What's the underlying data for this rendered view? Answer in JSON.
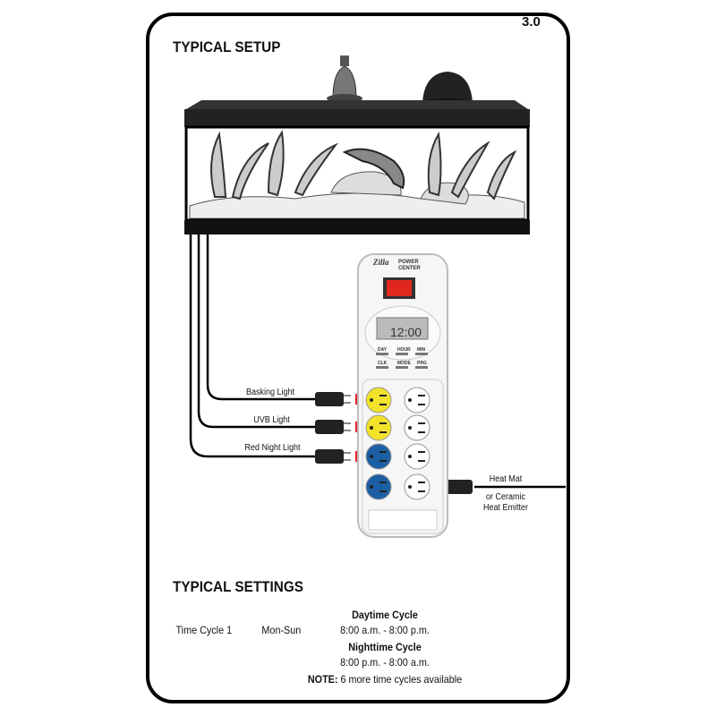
{
  "page_number": "3.0",
  "setup": {
    "heading": "TYPICAL SETUP",
    "outlet_labels": [
      "Basking Light",
      "UVB Light",
      "Red Night Light"
    ],
    "right_label": [
      "Heat Mat",
      "or Ceramic",
      "Heat Emitter"
    ],
    "power_center": {
      "brand": "Zilla",
      "name": [
        "POWER",
        "CENTER"
      ],
      "display_time": "12:00",
      "buttons": [
        "DAY",
        "HOUR",
        "MIN",
        "CLK",
        "MODE",
        "PRG"
      ]
    },
    "colors": {
      "basking": "#f2e22a",
      "night": "#1d5fa4",
      "switch": "#e0281e",
      "arrow": "#e8202a"
    }
  },
  "settings": {
    "heading": "TYPICAL SETTINGS",
    "cycle": "Time Cycle 1",
    "days": "Mon-Sun",
    "day_title": "Daytime Cycle",
    "day_time": "8:00 a.m. - 8:00 p.m.",
    "night_title": "Nighttime Cycle",
    "night_time": "8:00 p.m. - 8:00 a.m.",
    "note_label": "NOTE:",
    "note_text": " 6 more time cycles available"
  }
}
